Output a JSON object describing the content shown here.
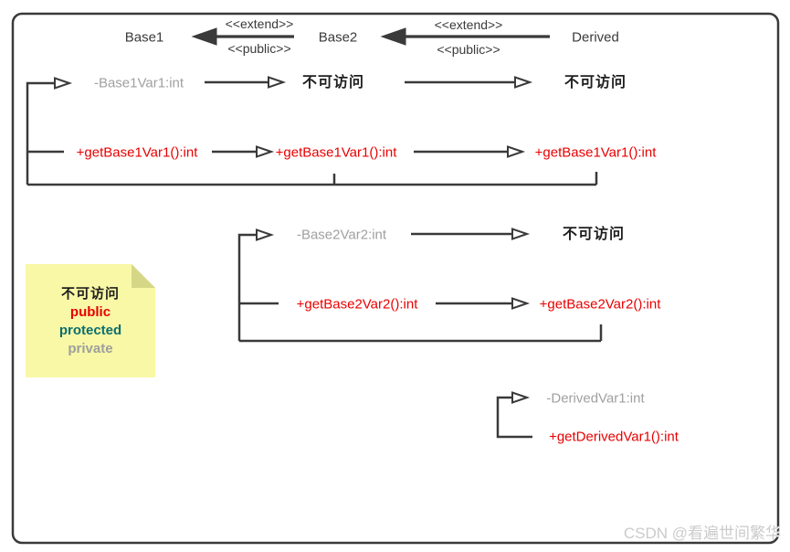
{
  "header": {
    "classes": [
      "Base1",
      "Base2",
      "Derived"
    ],
    "inheritance": [
      {
        "top": "<<extend>>",
        "bottom": "<<public>>"
      },
      {
        "top": "<<extend>>",
        "bottom": "<<public>>"
      }
    ]
  },
  "groups": [
    {
      "owner": "Base1",
      "variable": "-Base1Var1:int",
      "variable_in_base2": "不可访问",
      "variable_in_derived": "不可访问",
      "method": "+getBase1Var1():int",
      "method_in_base2": "+getBase1Var1():int",
      "method_in_derived": "+getBase1Var1():int"
    },
    {
      "owner": "Base2",
      "variable": "-Base2Var2:int",
      "variable_in_derived": "不可访问",
      "method": "+getBase2Var2():int",
      "method_in_derived": "+getBase2Var2():int"
    },
    {
      "owner": "Derived",
      "variable": "-DerivedVar1:int",
      "method": "+getDerivedVar1():int"
    }
  ],
  "legend_note": {
    "lines": [
      "不可访问",
      "public",
      "protected",
      "private"
    ]
  },
  "watermark": "CSDN @看遍世间繁华",
  "colors": {
    "line": "#3a3a3a",
    "private_member_text": "#a0a0a0",
    "public_member_text": "#e90000",
    "protected_text": "#0d6e6e",
    "inaccessible_text": "#1f1f1f",
    "note_background": "#f8f8a6",
    "note_fold": "#d6d687",
    "watermark_text": "#cbcbcb"
  }
}
